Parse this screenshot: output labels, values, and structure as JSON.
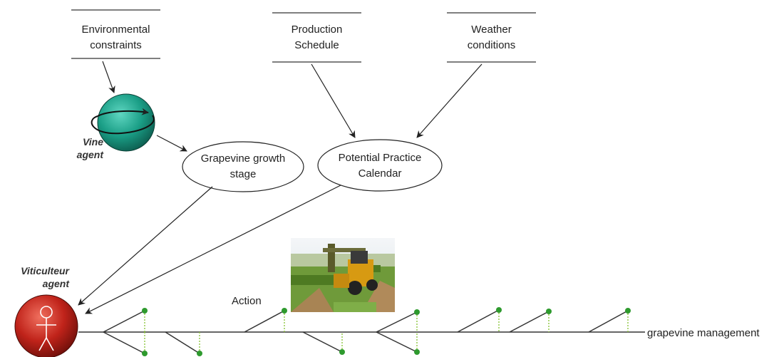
{
  "boxes": {
    "environmental": "Environmental\nconstraints",
    "production": "Production\nSchedule",
    "weather": "Weather\nconditions"
  },
  "ellipses": {
    "growth_stage": "Grapevine growth\nstage",
    "practice_calendar": "Potential Practice\nCalendar"
  },
  "agents": {
    "vine": "Vine\nagent",
    "viticulteur": "Viticulteur\nagent"
  },
  "labels": {
    "action": "Action",
    "timeline": "grapevine management"
  },
  "icons": [
    "globe-icon",
    "person-icon",
    "tractor-photo"
  ],
  "colors": {
    "vine_agent": "#1a9e86",
    "viticulteur_agent": "#c0231a",
    "action_node": "#2e9a2e",
    "stem": "#8dc63f",
    "line": "#222222"
  }
}
